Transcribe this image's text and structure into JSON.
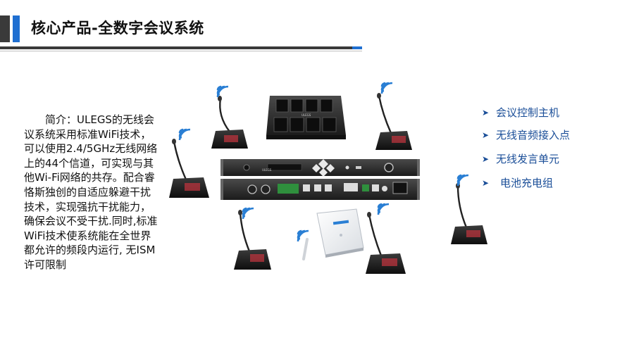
{
  "header": {
    "title": "核心产品-全数字会议系统"
  },
  "intro": {
    "text": "简介：ULEGS的无线会议系统采用标准WiFi技术，可以使用2.4/5GHz无线网络上的44个信道，可实现与其他Wi-Fi网络的共存。配合睿恪斯独创的自适应躲避干扰技术，实现强抗干扰能力，确保会议不受干扰.同时,标准WiFi技术使系统能在全世界都允许的频段内运行, 无ISM许可限制"
  },
  "features": [
    {
      "label": "会议控制主机",
      "icon": "chevron-right-icon"
    },
    {
      "label": "无线音频接入点",
      "icon": "chevron-right-icon"
    },
    {
      "label": "无线发言单元",
      "icon": "chevron-right-icon"
    },
    {
      "label": "电池充电组",
      "icon": "chevron-right-icon"
    }
  ],
  "devices": {
    "charger_brand": "ULEGS",
    "host_brand": "ULEGS"
  },
  "colors": {
    "accent_blue": "#1f6fd1",
    "header_dark": "#3a3a3a",
    "list_text": "#1a4e98",
    "wifi_blue": "#2a7fd4"
  }
}
